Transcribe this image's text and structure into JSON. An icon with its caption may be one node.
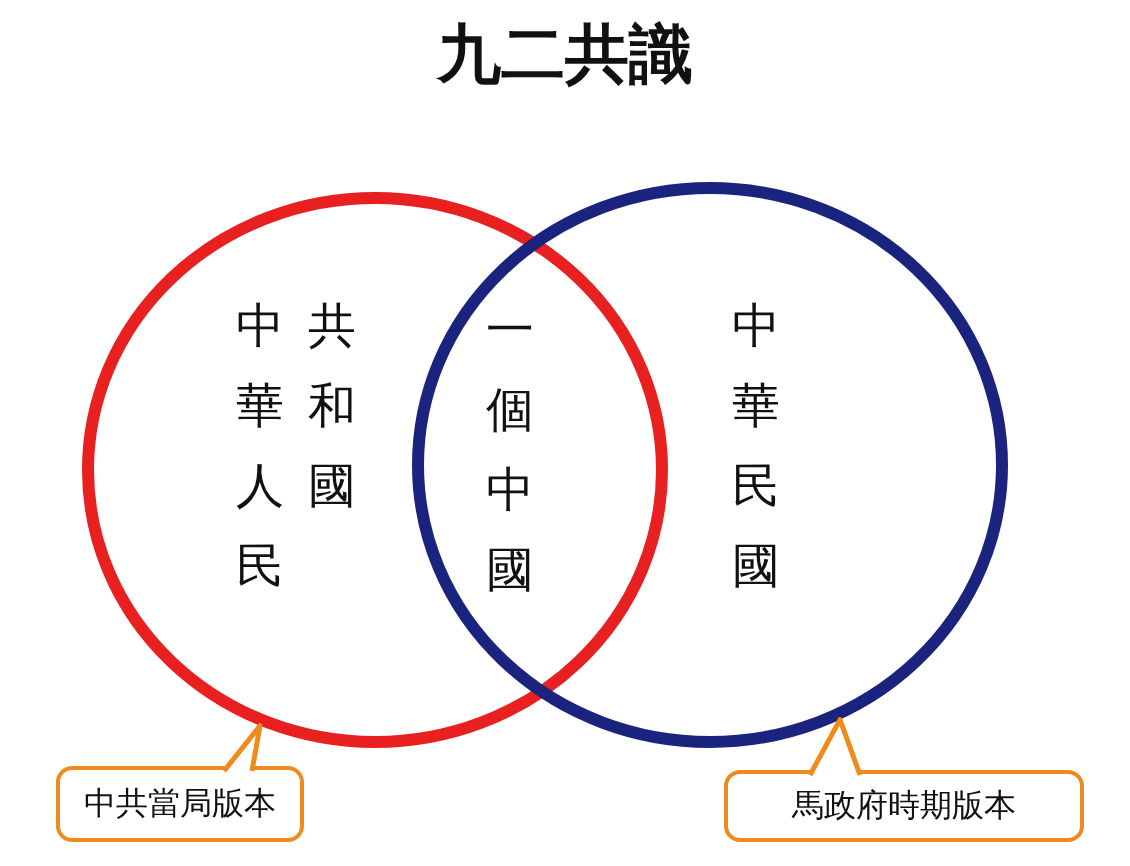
{
  "diagram": {
    "title": "九二共識",
    "nodes": [
      {
        "text": [
          "中華人民共和國"
        ]
      },
      {
        "text": [
          "中華民國"
        ]
      },
      {
        "text": [
          "中共當局版本"
        ]
      },
      {
        "text": [
          "馬政府時期版本"
        ]
      }
    ],
    "edges": [
      {
        "from": 2,
        "to": 0,
        "arrow": "to"
      },
      {
        "from": 3,
        "to": 1,
        "arrow": "to"
      }
    ],
    "labels": [
      "一個中國"
    ]
  }
}
